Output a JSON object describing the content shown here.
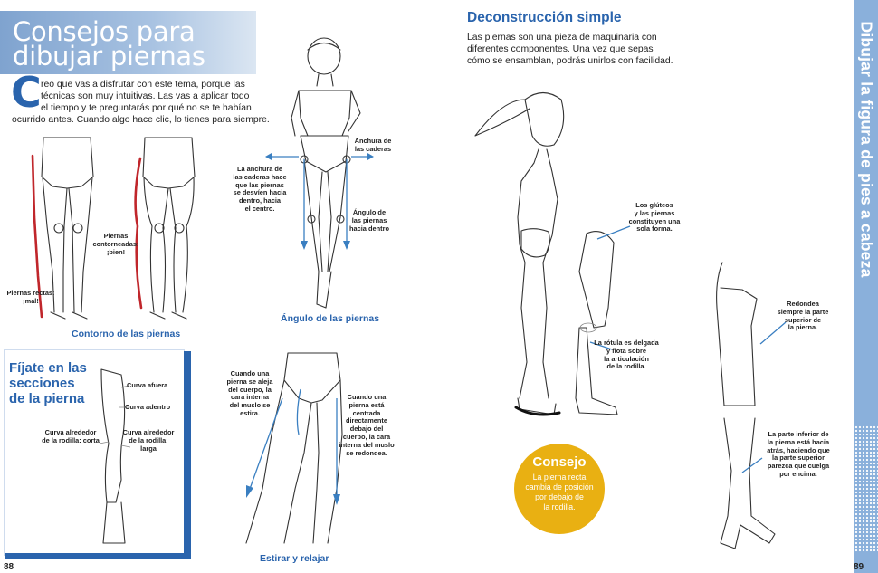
{
  "left_page": {
    "title": "Consejos para dibujar piernas",
    "title_lines": [
      "Consejos para",
      "dibujar piernas"
    ],
    "dropcap": "C",
    "intro": "reo que vas a disfrutar con este tema, porque las técnicas son muy intuitivas. Las vas a aplicar todo el tiempo y te preguntarás por qué no se te habían ocurrido antes. Cuando algo hace clic, lo tienes para siempre.",
    "intro_lines": [
      "reo que vas a disfrutar con este tema, porque las",
      "técnicas son muy intuitivas. Las vas a aplicar todo",
      "el tiempo y te preguntarás por qué no se te habían",
      "ocurrido antes. Cuando algo hace clic, lo tienes para siempre."
    ],
    "notes": {
      "piernas_rectas": [
        "Piernas rectas:",
        "¡mal!"
      ],
      "piernas_contorneadas": [
        "Piernas",
        "contorneadas:",
        "¡bien!"
      ],
      "anchura_caderas_izq": [
        "La anchura de",
        "las caderas hace",
        "que las piernas",
        "se desvíen hacia",
        "dentro, hacia",
        "el centro."
      ],
      "anchura_caderas": [
        "Anchura de",
        "las caderas"
      ],
      "angulo_piernas_nota": [
        "Ángulo de",
        "las piernas",
        "hacia dentro"
      ],
      "aleja": [
        "Cuando una",
        "pierna se aleja",
        "del cuerpo, la",
        "cara interna",
        "del muslo se",
        "estira."
      ],
      "centrada": [
        "Cuando una",
        "pierna está",
        "centrada",
        "directamente",
        "debajo del",
        "cuerpo, la cara",
        "interna del muslo",
        "se redondea."
      ],
      "curva_afuera": "Curva afuera",
      "curva_adentro": "Curva adentro",
      "rodilla_corta": [
        "Curva alrededor",
        "de la rodilla: corta"
      ],
      "rodilla_larga": [
        "Curva alrededor",
        "de la rodilla:",
        "larga"
      ]
    },
    "captions": {
      "contorno": "Contorno de las piernas",
      "angulo": "Ángulo de las piernas",
      "estirar": "Estirar y relajar"
    },
    "box_title_lines": [
      "Fíjate en las",
      "secciones",
      "de la pierna"
    ],
    "page_number": "88"
  },
  "right_page": {
    "heading": "Deconstrucción simple",
    "intro_lines": [
      "Las piernas son una pieza de maquinaria con",
      "diferentes componentes. Una vez que sepas",
      "cómo se ensamblan, podrás unirlos con facilidad."
    ],
    "notes": {
      "gluteos": [
        "Los glúteos",
        "y las piernas",
        "constituyen una",
        "sola forma."
      ],
      "rotula": [
        "La rótula es delgada",
        "y flota sobre",
        "la articulación",
        "de la rodilla."
      ],
      "redondea": [
        "Redondea",
        "siempre la parte",
        "superior de",
        "la pierna."
      ],
      "parte_inferior": [
        "La parte inferior de",
        "la pierna está hacia",
        "atrás, haciendo que",
        "la parte superior",
        "parezca que cuelga",
        "por encima."
      ]
    },
    "consejo": {
      "title": "Consejo",
      "body_lines": [
        "La pierna recta",
        "cambia de posición",
        "por debajo de",
        "la rodilla."
      ]
    },
    "sidebar_title": "Dibujar la figura de pies a cabeza",
    "page_number": "89"
  },
  "colors": {
    "accent_blue": "#2a64ad",
    "sidebar_blue": "#8ab0db",
    "consejo_yellow": "#e9b012",
    "mistake_red": "#c0262b"
  }
}
